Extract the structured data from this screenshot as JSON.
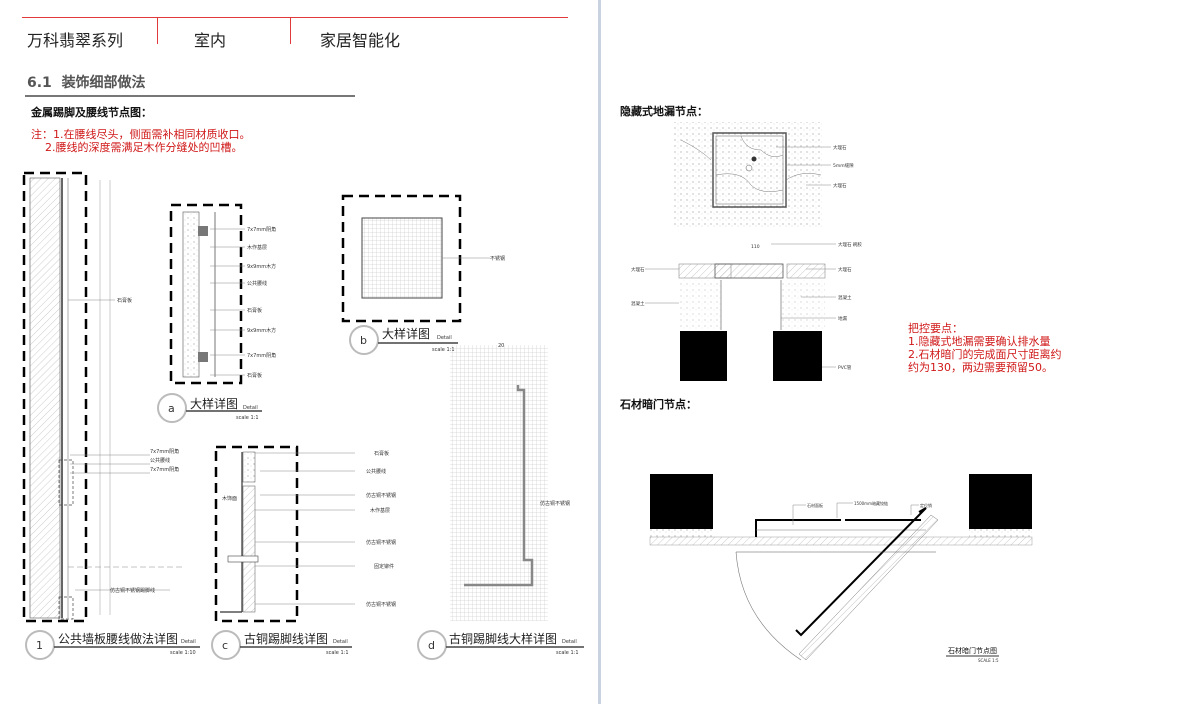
{
  "header": {
    "brand": "万科翡翠系列",
    "category": "室内",
    "topic": "家居智能化"
  },
  "section": {
    "number": "6.1",
    "title": "装饰细部做法"
  },
  "left": {
    "subtitle": "金属踢脚及腰线节点图：",
    "notes": [
      "注：1.在腰线尽头，侧面需补相同材质收口。",
      "2.腰线的深度需满足木作分缝处的凹槽。"
    ],
    "details": [
      {
        "id": "a",
        "title": "大样详图",
        "tag": "Detail",
        "scale": "scale  1:1"
      },
      {
        "id": "b",
        "title": "大样详图",
        "tag": "Detail",
        "scale": "scale  1:1"
      },
      {
        "id": "1",
        "title": "公共墙板腰线做法详图",
        "tag": "Detail",
        "scale": "scale  1:10"
      },
      {
        "id": "c",
        "title": "古铜踢脚线详图",
        "tag": "Detail",
        "scale": "scale  1:1"
      },
      {
        "id": "d",
        "title": "古铜踢脚线大样详图",
        "tag": "Detail",
        "scale": "scale  1:1"
      }
    ],
    "labels": [
      "石膏板",
      "公共腰线",
      "木作基层",
      "固定铆件",
      "仿古铜不锈钢踢脚线",
      "木饰面",
      "石膏板"
    ]
  },
  "right": {
    "drain_title": "隐藏式地漏节点：",
    "door_title": "石材暗门节点：",
    "key_points": [
      "把控要点：",
      "1.隐藏式地漏需要确认排水量",
      "2.石材暗门的完成面尺寸距离约",
      "约为130，两边需要预留50。"
    ],
    "drain_labels": [
      "大理石",
      "5mm缝隙",
      "大理石",
      "大理石 刷胶",
      "大理石",
      "混凝土",
      "混凝土",
      "地漏",
      "PVC管"
    ],
    "door_labels": [
      "石材面板",
      "1500mm暗藏铰链",
      "定位销"
    ],
    "door_caption": {
      "title": "石材暗门节点图",
      "scale": "SCALE  1:5"
    }
  },
  "colors": {
    "accent_red": "#e03a3a",
    "note_red": "#d01818",
    "divider": "#c9d3e0"
  }
}
